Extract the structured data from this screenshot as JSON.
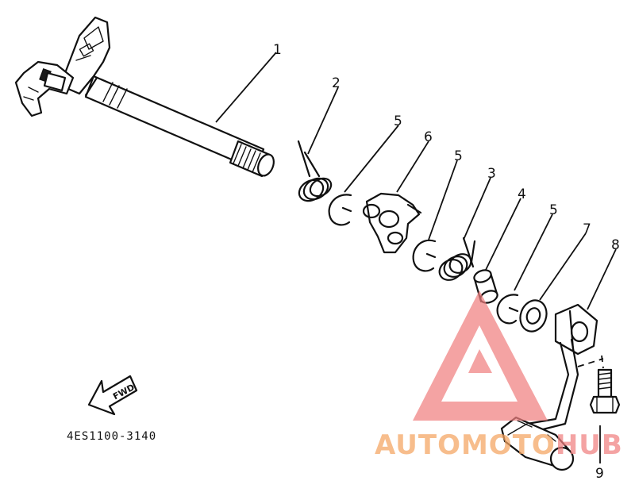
{
  "callouts": [
    {
      "label": "1"
    },
    {
      "label": "2"
    },
    {
      "label": "5"
    },
    {
      "label": "6"
    },
    {
      "label": "5"
    },
    {
      "label": "3"
    },
    {
      "label": "4"
    },
    {
      "label": "5"
    },
    {
      "label": "7"
    },
    {
      "label": "8"
    },
    {
      "label": "9"
    }
  ],
  "part_code": "4ES1100-3140",
  "direction_label": "FWD",
  "watermark": {
    "part1": "AUTOMO",
    "part2": "TO",
    "part3": "HUB",
    "color_primary": "#f4a460",
    "color_triangle": "#f08080"
  }
}
